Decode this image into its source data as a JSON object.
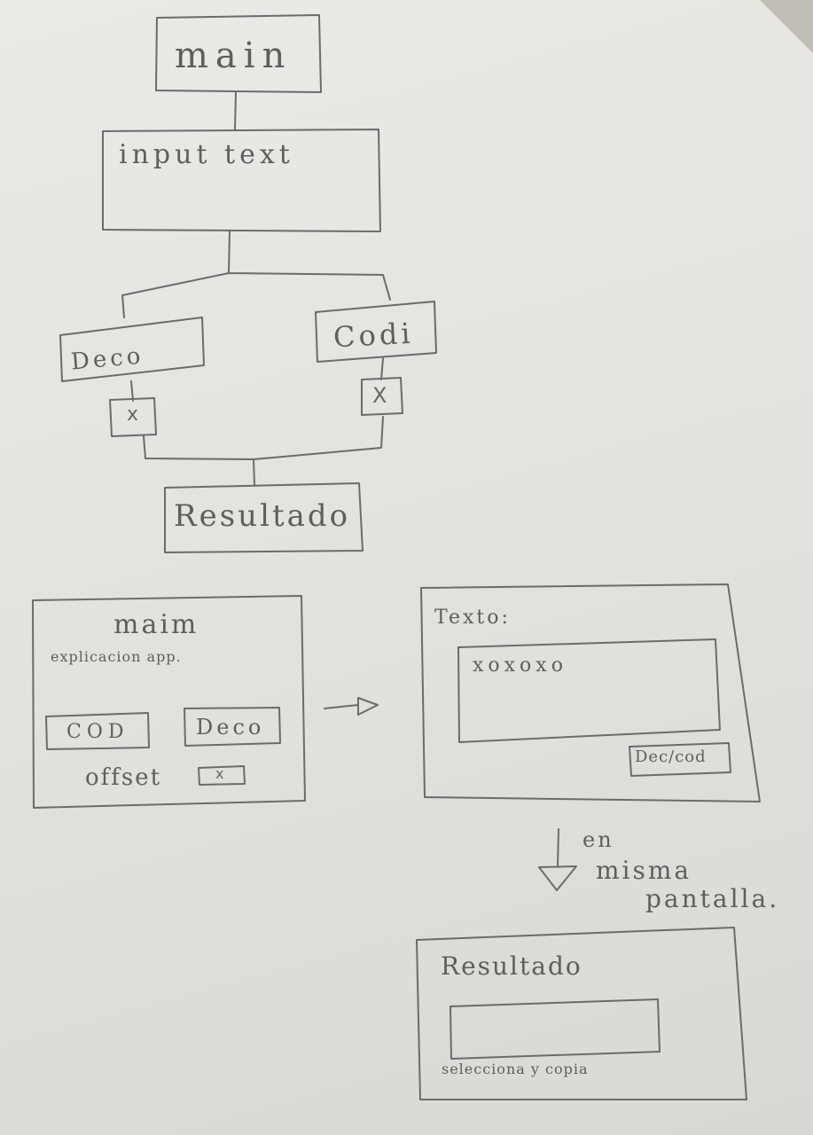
{
  "flowchart": {
    "main": "main",
    "input_text": "input text",
    "deco": "Deco",
    "codi": "Codi",
    "deco_checkbox": "x",
    "codi_checkbox": "X",
    "resultado": "Resultado"
  },
  "screen_main": {
    "title": "maim",
    "subtitle": "explicacion app.",
    "cod_button": "COD",
    "deco_button": "Deco",
    "offset_label": "offset",
    "offset_value": "x"
  },
  "arrow": "->",
  "screen_texto": {
    "label": "Texto:",
    "input_value": "xoxoxo",
    "button": "Dec/cod"
  },
  "note": {
    "line1": "en",
    "line2": "misma",
    "line3": "pantalla."
  },
  "screen_resultado": {
    "label": "Resultado",
    "hint": "selecciona y copia"
  },
  "colors": {
    "paper": "#e4e3de",
    "pencil": "#6b6b6b"
  }
}
